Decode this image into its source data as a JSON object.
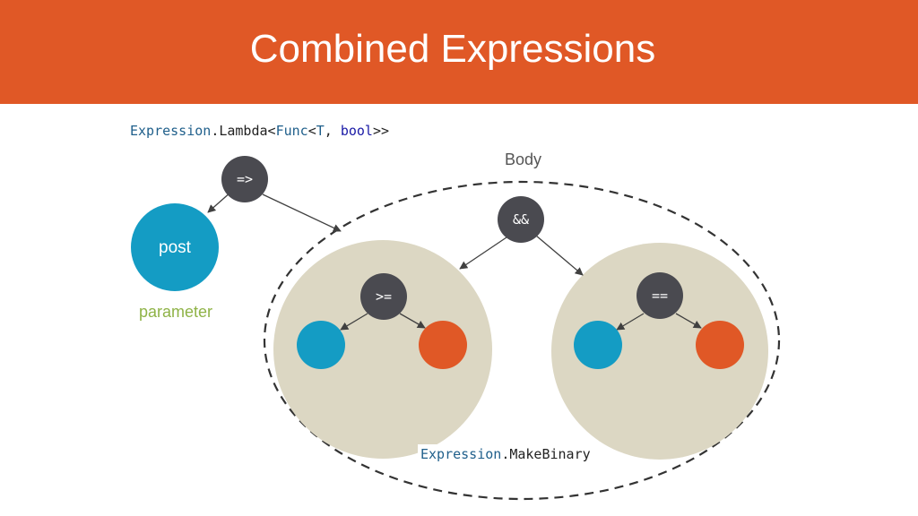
{
  "header": {
    "title": "Combined Expressions"
  },
  "lambda_call": {
    "type_name": "Expression",
    "dot_method": ".Lambda<",
    "func": "Func",
    "open": "<",
    "t": "T",
    "sep": ", ",
    "bool": "bool",
    "close": ">>"
  },
  "nodes": {
    "lambda_op": "=>",
    "param": "post",
    "param_caption": "parameter",
    "body_caption": "Body",
    "and_op": "&&",
    "gte_op": ">=",
    "eq_op": "=="
  },
  "make_binary": {
    "type_name": "Expression",
    "method": ".MakeBinary"
  },
  "colors": {
    "header": "#e05826",
    "dark_node": "#4a4a50",
    "blue_node": "#149cc4",
    "orange_node": "#e05826",
    "group_fill": "#dcd7c3",
    "caption_green": "#8fb347"
  }
}
